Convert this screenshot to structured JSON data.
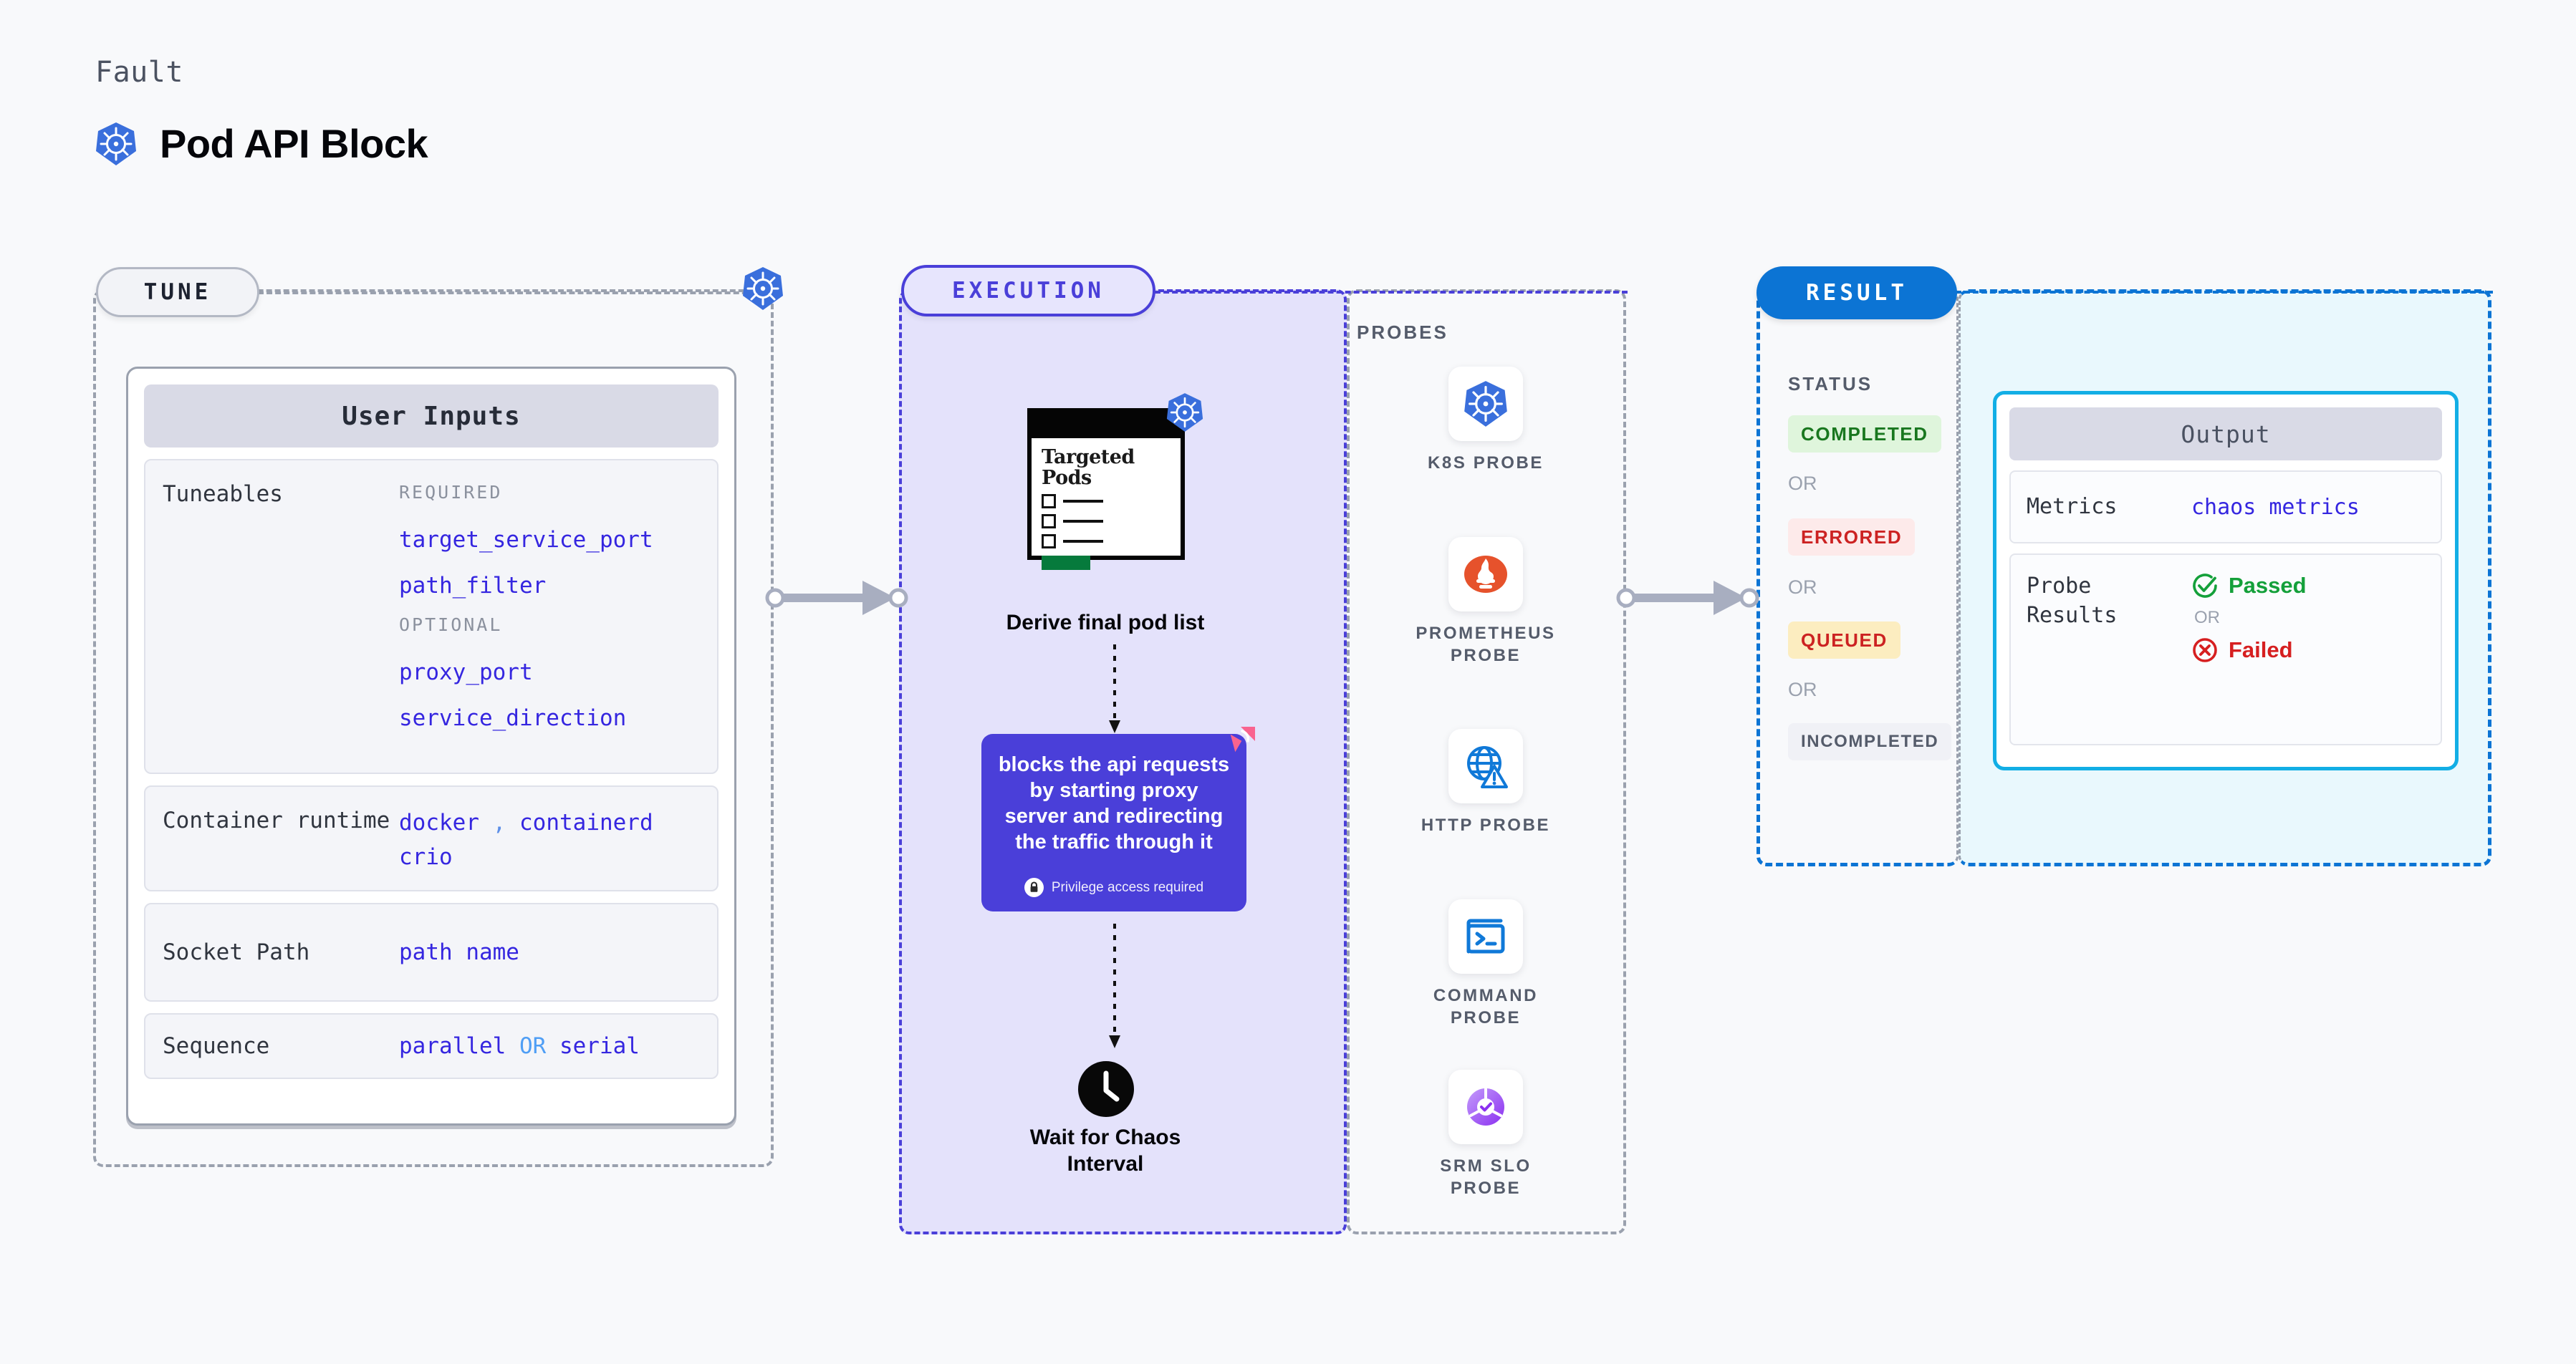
{
  "header": {
    "kicker": "Fault",
    "title": "Pod API Block",
    "icon": "kubernetes-icon"
  },
  "stages": {
    "tune": {
      "badge": "TUNE",
      "edge_icon": "kubernetes-icon"
    },
    "execution": {
      "badge": "EXECUTION"
    },
    "result": {
      "badge": "RESULT"
    }
  },
  "tune": {
    "card_title": "User Inputs",
    "rows": [
      {
        "key": "Tuneables",
        "groups": [
          {
            "label": "REQUIRED",
            "items": [
              "target_service_port",
              "path_filter"
            ]
          },
          {
            "label": "OPTIONAL",
            "items": [
              "proxy_port",
              "service_direction"
            ]
          }
        ]
      },
      {
        "key": "Container runtime",
        "values": [
          "docker",
          "containerd",
          "crio"
        ],
        "separator": ","
      },
      {
        "key": "Socket Path",
        "values": [
          "path name"
        ]
      },
      {
        "key": "Sequence",
        "values": [
          "parallel",
          "serial"
        ],
        "separator": "OR"
      }
    ]
  },
  "execution": {
    "nodes": [
      {
        "type": "document",
        "doc_title": "Targeted Pods",
        "badge_icon": "kubernetes-icon",
        "caption": "Derive final pod list",
        "checkbox_count": 3
      },
      {
        "type": "action",
        "text": "blocks the api requests by starting proxy server and redirecting the traffic through it",
        "privilege_note": "Privilege access required",
        "privilege_icon": "lock-icon",
        "corner_icon": "harness-corner-icon",
        "background": "#4a3fd9"
      },
      {
        "type": "clock",
        "icon": "clock-icon",
        "caption": "Wait for Chaos Interval"
      }
    ]
  },
  "probes": {
    "title": "PROBES",
    "items": [
      {
        "label": "K8S PROBE",
        "icon": "kubernetes-icon"
      },
      {
        "label": "PROMETHEUS PROBE",
        "icon": "prometheus-icon"
      },
      {
        "label": "HTTP PROBE",
        "icon": "http-globe-alert-icon"
      },
      {
        "label": "COMMAND PROBE",
        "icon": "terminal-icon"
      },
      {
        "label": "SRM SLO PROBE",
        "icon": "srm-slo-icon"
      }
    ]
  },
  "result": {
    "status_title": "STATUS",
    "or_label": "OR",
    "statuses": [
      {
        "label": "COMPLETED",
        "color": "#19771f",
        "background": "#dff5dc"
      },
      {
        "label": "ERRORED",
        "color": "#cc2222",
        "background": "#fdeaea"
      },
      {
        "label": "QUEUED",
        "color": "#cc2222",
        "background": "#fcedc0"
      },
      {
        "label": "INCOMPLETED",
        "color": "#555c6b",
        "background": "#f0f1f6"
      }
    ],
    "output": {
      "title": "Output",
      "metrics_key": "Metrics",
      "metrics_value": "chaos metrics",
      "probe_results_key": "Probe Results",
      "passed_label": "Passed",
      "passed_icon": "check-circle-icon",
      "failed_label": "Failed",
      "failed_icon": "x-circle-icon",
      "or_label": "OR"
    }
  },
  "colors": {
    "accent_purple": "#4a3fd9",
    "accent_blue": "#0c74d4",
    "token_blue": "#3526e0",
    "panel_gray": "#9aa1ae"
  }
}
